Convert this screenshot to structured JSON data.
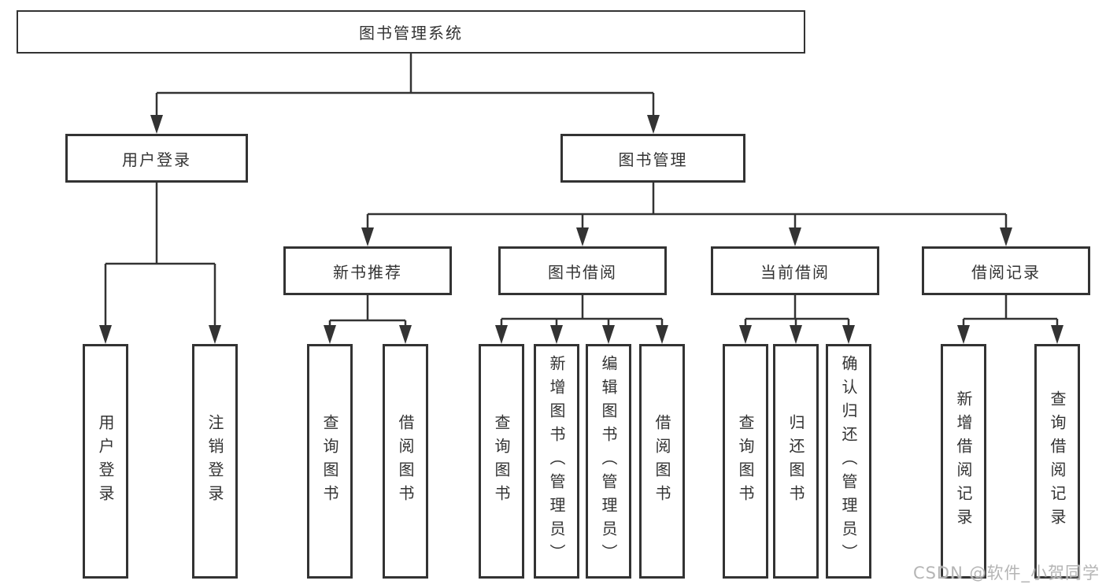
{
  "diagram_title": "图书管理系统",
  "tree": {
    "root": {
      "label": "图书管理系统"
    },
    "branches": [
      {
        "label": "用户登录",
        "children": [
          {
            "label": "用户登录"
          },
          {
            "label": "注销登录"
          }
        ]
      },
      {
        "label": "图书管理",
        "children": [
          {
            "label": "新书推荐",
            "children": [
              {
                "label": "查询图书"
              },
              {
                "label": "借阅图书"
              }
            ]
          },
          {
            "label": "图书借阅",
            "children": [
              {
                "label": "查询图书"
              },
              {
                "label": "新增图书（管理员）"
              },
              {
                "label": "编辑图书（管理员）"
              },
              {
                "label": "借阅图书"
              }
            ]
          },
          {
            "label": "当前借阅",
            "children": [
              {
                "label": "查询图书"
              },
              {
                "label": "归还图书"
              },
              {
                "label": "确认归还（管理员）"
              }
            ]
          },
          {
            "label": "借阅记录",
            "children": [
              {
                "label": "新增借阅记录"
              },
              {
                "label": "查询借阅记录"
              }
            ]
          }
        ]
      }
    ]
  },
  "watermark": "CSDN @软件_小贺同学",
  "colors": {
    "line": "#333333",
    "box_border": "#333333",
    "box_fill": "#ffffff",
    "text": "#333333",
    "watermark": "#b5b5b5"
  }
}
